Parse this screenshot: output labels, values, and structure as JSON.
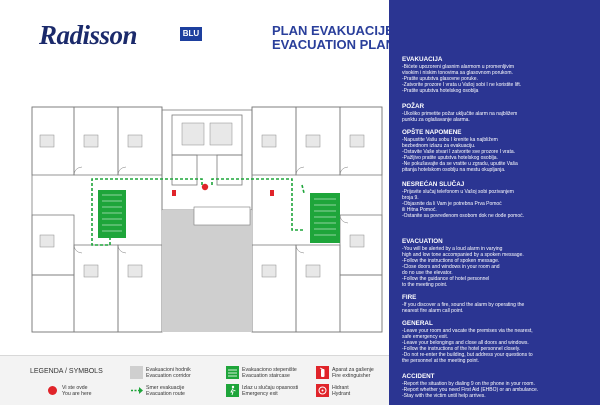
{
  "brand": {
    "logo_text": "Radisson",
    "logo_badge": "BLU"
  },
  "title": {
    "line1": "PLAN EVAKUACIJE",
    "line2": "EVACUATION PLAN"
  },
  "instructions": [
    {
      "heading": "EVAKUACIJA",
      "text": "-Bićete upozoreni glasnim alarmom u promenljivim\n visokim i niskim tonovima sa glasovnom porukom.\n-Pratite uputstva glasovne poruke.\n-Zatvorite prozore I vrata u Vašoj sobi I ne koristite lift.\n-Pratite uputstva hotelskog osoblja"
    },
    {
      "heading": "POŽAR",
      "text": "-Ukoliko primetite požar uključite alarm na najbližem\n punktu za oglašavanje alarma."
    },
    {
      "heading": "OPŠTE NAPOMENE",
      "text": "-Napustite Vašu sobu I krenite ka najbližem\n bezbednom izlazu za evakuaciju.\n-Ostavite Vaše stvari I zatvorite sve prozore I vrata.\n-Pažljivo pratite uputstva hotelskog osoblja.\n-Ne pokušavajte da se vratite u zgradu, uputite Vaša\n pitanja hotelskom osoblju na mestu okupljanja."
    },
    {
      "heading": "NESREĆAN SLUČAJ",
      "text": "-Prijavite slučaj telefonom u Vašoj sobi pozivanjem\n broja 9.\n-Objasnite da li Vam je potrebna Prva Pomoć\n ili Hitna Pomoć.\n-Ostanite sa povređenom osobom dok ne dođe pomoć."
    },
    {
      "heading": "EVACUATION",
      "text": "-You will be alerted by a loud alarm in varying\n high and low tone accompanied by a spoken message.\n-Follow the instructions of spoken message.\n-Close doors and windows in your room and\n do no use the elevator.\n-Follow the guidance of hotel personnel\n to the meeting point."
    },
    {
      "heading": "FIRE",
      "text": "-If you discover a fire, sound the alarm by operating the\n nearest fire alarm call point."
    },
    {
      "heading": "GENERAL",
      "text": "-Leave your room and vacate the premises via the nearest,\n safe emergency exit.\n-Leave your belongings and close all doors and windows.\n-Follow the instructions of the hotel personnel closely.\n-Do not re-enter the building, but address your questions to\n the personnel at the meeting point."
    },
    {
      "heading": "ACCIDENT",
      "text": "-Report the situation by dialing 9 on the phone in your room.\n-Report whether you need First Aid (EHBO) or an ambulance.\n-Stay with the victim until help arrives."
    }
  ],
  "legend": {
    "title": "LEGENDA / SYMBOLS",
    "items": [
      {
        "label": "Vi ste ovde\nYou are here",
        "icon": "you-are-here-marker",
        "color": "#e0242a"
      },
      {
        "label": "Evakuacioni hodnik\nEvacuation corridor",
        "icon": "corridor-swatch",
        "color": "#cfcfcf"
      },
      {
        "label": "Smer evakuacije\nEvacuation route",
        "icon": "route-arrow",
        "color": "#1ea53a"
      },
      {
        "label": "Evakuaciono stepenište\nEvacuation staircase",
        "icon": "staircase-swatch",
        "color": "#1ea53a"
      },
      {
        "label": "Izlaz u slučaju opasnosti\nEmergency exit",
        "icon": "exit-sign",
        "color": "#1ea53a"
      },
      {
        "label": "Aparat za gašenje\nFire extinguisher",
        "icon": "extinguisher",
        "color": "#e0242a"
      },
      {
        "label": "Hidrant\nHydrant",
        "icon": "hydrant",
        "color": "#e0242a"
      }
    ]
  },
  "colors": {
    "panel": "#2b3592",
    "route": "#1ea53a",
    "alert": "#e0242a",
    "brand": "#1d3f9e"
  }
}
